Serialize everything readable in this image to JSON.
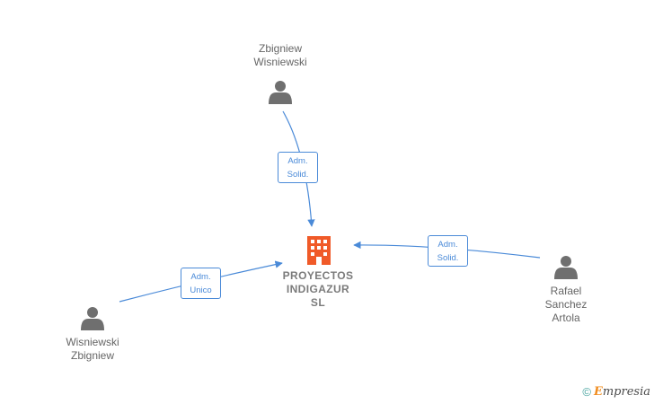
{
  "company": {
    "name": "PROYECTOS\nINDIGAZUR\nSL",
    "icon": "building-icon",
    "color": "#f05a28"
  },
  "persons": [
    {
      "id": "zbigniew-wisniewski",
      "label": "Zbigniew\nWisniewski",
      "icon": "person-icon"
    },
    {
      "id": "wisniewski-zbigniew",
      "label": "Wisniewski\nZbigniew",
      "icon": "person-icon"
    },
    {
      "id": "rafael-sanchez-artola",
      "label": "Rafael\nSanchez\nArtola",
      "icon": "person-icon"
    }
  ],
  "edges": [
    {
      "from": "zbigniew-wisniewski",
      "role": "Adm.\nSolid."
    },
    {
      "from": "wisniewski-zbigniew",
      "role": "Adm.\nUnico"
    },
    {
      "from": "rafael-sanchez-artola",
      "role": "Adm.\nSolid."
    }
  ],
  "colors": {
    "edge": "#4a8ad8",
    "person": "#6f6f6f"
  },
  "watermark": {
    "symbol": "©",
    "brand_initial": "E",
    "brand_rest": "mpresia"
  }
}
